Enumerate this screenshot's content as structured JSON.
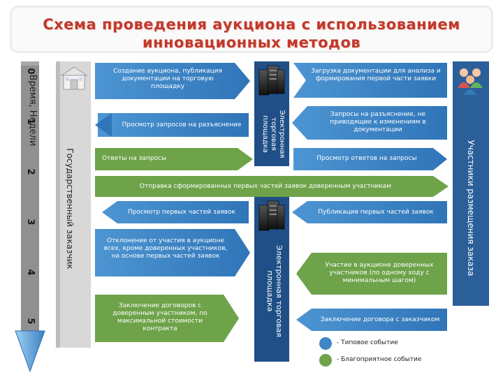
{
  "title": "Схема проведения аукциона с использованием инновационных методов",
  "time_axis": {
    "label": "Время, Недели",
    "ticks": [
      "0",
      "1",
      "2",
      "3",
      "4",
      "5"
    ]
  },
  "columns": {
    "customer": "Государственный заказчик",
    "platform_top": "Электронная торговая площадка",
    "platform_bottom": "Электронная торговая площадка",
    "participants": "Участники размещения заказа"
  },
  "steps": {
    "create_auction": "Создание аукциона, публикация документации на торговую площадку",
    "view_requests": "Просмотр запросов на разъяснение",
    "answers": "Ответы на запросы",
    "send_first_parts": "Отправка сформированных первых частей заявок доверенным участникам",
    "view_first_parts": "Просмотр первых частей заявок",
    "rejection": "Отклонение от участия в аукционе всех, кроме доверенных участников, на основе первых частей заявок",
    "contracts_customer": "Заключение договоров с доверенным участником, по максимальной стоимости контракта",
    "upload_docs": "Загрузка документации для анализа и формирования первой части заявки",
    "clarification_requests": "Запросы на разъяснение, не приводящие к изменениям в документации",
    "view_answers": "Просмотр ответов на запросы",
    "publish_first_parts": "Публикация первых частей заявок",
    "auction_participation": "Участие в аукционе доверенных участников (по одному ходу с минимальным шагом)",
    "contract_with_customer": "Заключение договора с заказчиком"
  },
  "legend": {
    "typical": "- Типовое событие",
    "favorable": "- Благоприятное событие"
  },
  "colors": {
    "blue": "#3f86c6",
    "green": "#6ea34a",
    "dark_blue": "#20508a",
    "title_red": "#c0392b",
    "axis_gray": "#808080"
  },
  "icons": [
    "house-icon",
    "server-icon",
    "server-icon",
    "people-icon",
    "down-arrow-icon"
  ]
}
